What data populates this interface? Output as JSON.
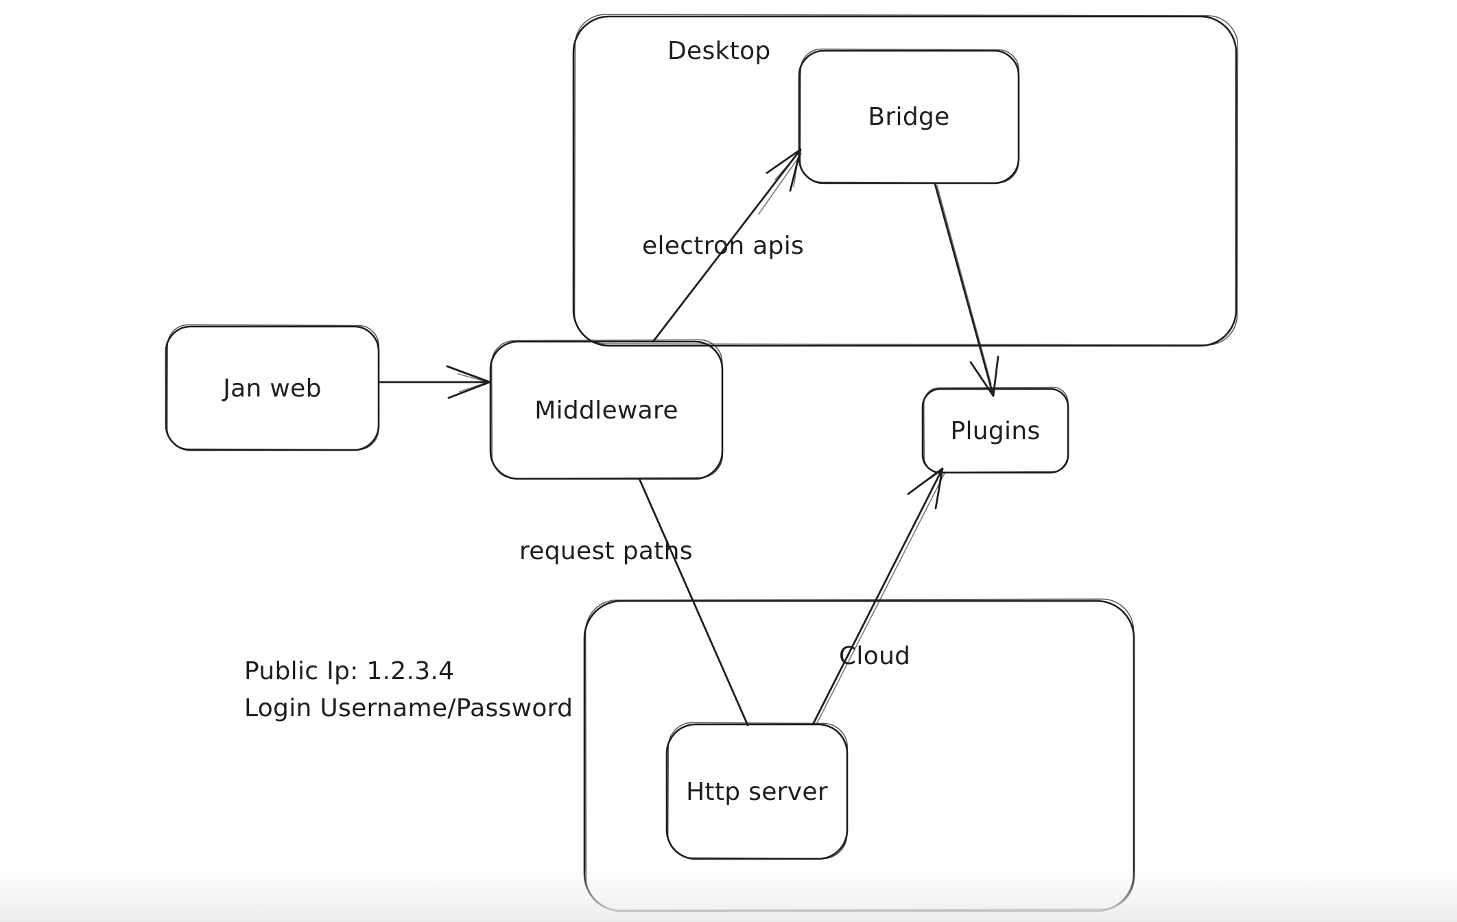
{
  "diagram": {
    "nodes": {
      "desktop": {
        "label": "Desktop",
        "type": "container"
      },
      "cloud": {
        "label": "Cloud",
        "type": "container"
      },
      "bridge": {
        "label": "Bridge",
        "type": "box"
      },
      "jan_web": {
        "label": "Jan web",
        "type": "box"
      },
      "middleware": {
        "label": "Middleware",
        "type": "box"
      },
      "plugins": {
        "label": "Plugins",
        "type": "box"
      },
      "http_server": {
        "label": "Http server",
        "type": "box"
      }
    },
    "edges": [
      {
        "from": "Jan web",
        "to": "Middleware",
        "label": "",
        "arrowhead": true
      },
      {
        "from": "Middleware",
        "to": "Bridge",
        "label": "electron apis",
        "arrowhead": true
      },
      {
        "from": "Bridge",
        "to": "Plugins",
        "label": "",
        "arrowhead": true
      },
      {
        "from": "Middleware",
        "to": "Http server",
        "label": "request paths",
        "arrowhead": false
      },
      {
        "from": "Http server",
        "to": "Plugins",
        "label": "",
        "arrowhead": true
      }
    ],
    "edge_labels": {
      "electron_apis": "electron apis",
      "request_paths": "request paths"
    },
    "annotations": {
      "line1": "Public Ip: 1.2.3.4",
      "line2": "Login Username/Password"
    },
    "colors": {
      "stroke": "#1e1e1e",
      "background": "#ffffff"
    }
  }
}
